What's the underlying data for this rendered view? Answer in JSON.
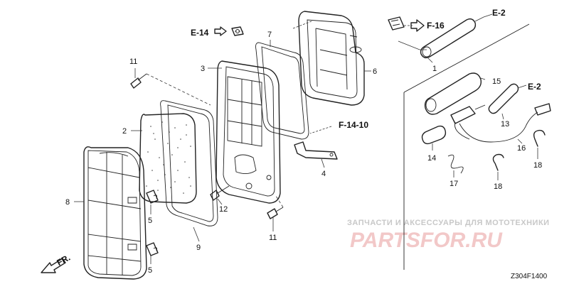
{
  "diagram": {
    "part_labels": [
      "11",
      "2",
      "3",
      "7",
      "6",
      "1",
      "15",
      "13",
      "14",
      "16",
      "17",
      "18",
      "18",
      "4",
      "12",
      "8",
      "5",
      "5",
      "9",
      "11"
    ],
    "ref_labels": {
      "e14": "E-14",
      "f16": "F-16",
      "e2_top": "E-2",
      "e2_right": "E-2",
      "f1410": "F-14-10"
    },
    "front_label": "FR.",
    "diagram_code": "Z304F1400"
  },
  "watermark": {
    "tagline": "ЗАПЧАСТИ И АКСЕССУАРЫ ДЛЯ МОТОТЕХНИКИ",
    "logo": "PARTSFOR.RU"
  }
}
